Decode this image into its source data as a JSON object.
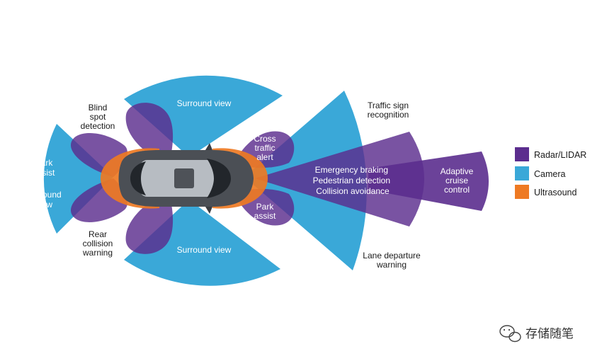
{
  "colors": {
    "radar": "#5b2d8e",
    "camera": "#3aa8d8",
    "ultrasound": "#ee7a23",
    "text_dark": "#1a1a1a",
    "text_light": "#ffffff"
  },
  "zones": {
    "surround_view_top": "Surround view",
    "surround_view_bottom": "Surround view",
    "park_assist_left": "Park assist",
    "surround_view_left": "Surround view",
    "cross_traffic_alert": "Cross traffic alert",
    "park_assist_right": "Park assist",
    "front_radar_lines": [
      "Emergency braking",
      "Pedestrian detection",
      "Collision avoidance"
    ],
    "adaptive_cruise_control": "Adaptive cruise control"
  },
  "callouts": {
    "blind_spot_detection": "Blind spot detection",
    "rear_collision_warning": "Rear collision warning",
    "traffic_sign_recognition": "Traffic sign recognition",
    "lane_departure_warning": "Lane departure warning"
  },
  "legend": [
    {
      "label": "Radar/LIDAR",
      "color": "#5b2d8e"
    },
    {
      "label": "Camera",
      "color": "#3aa8d8"
    },
    {
      "label": "Ultrasound",
      "color": "#ee7a23"
    }
  ],
  "watermark": {
    "text": "存储随笔",
    "icon": "wechat-icon"
  }
}
